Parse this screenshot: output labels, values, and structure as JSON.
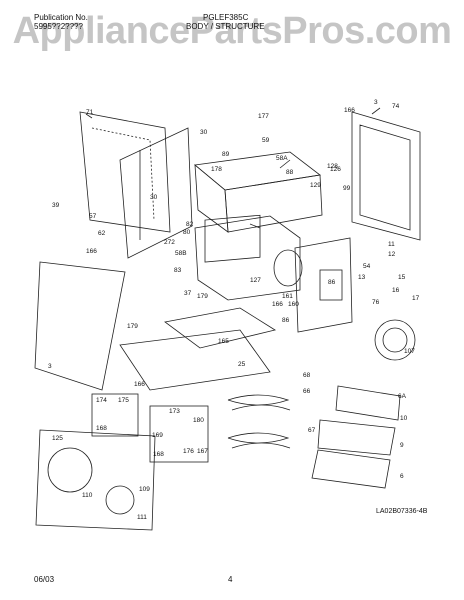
{
  "header": {
    "publication_label": "Publication No.",
    "publication_number": "5995??2????",
    "model": "PGLEF385C",
    "section_title": "BODY / STRUCTURE",
    "watermark": "AppliancePartsPros.com"
  },
  "footer": {
    "date": "06/03",
    "page": "4",
    "drawing_id": "LA02B07336-4B"
  },
  "callouts": [
    "3",
    "6",
    "6A",
    "9",
    "10",
    "11",
    "12",
    "13",
    "15",
    "16",
    "17",
    "25",
    "30",
    "37",
    "39",
    "54",
    "57",
    "58A",
    "58B",
    "59",
    "62",
    "66",
    "67",
    "68",
    "71",
    "74",
    "76",
    "80",
    "82",
    "83",
    "86",
    "88",
    "89",
    "99",
    "107",
    "109",
    "110",
    "111",
    "125",
    "126",
    "127",
    "128",
    "129",
    "160",
    "161",
    "165",
    "166",
    "167",
    "168",
    "169",
    "173",
    "174",
    "175",
    "176",
    "177",
    "178",
    "179",
    "180",
    "272"
  ]
}
